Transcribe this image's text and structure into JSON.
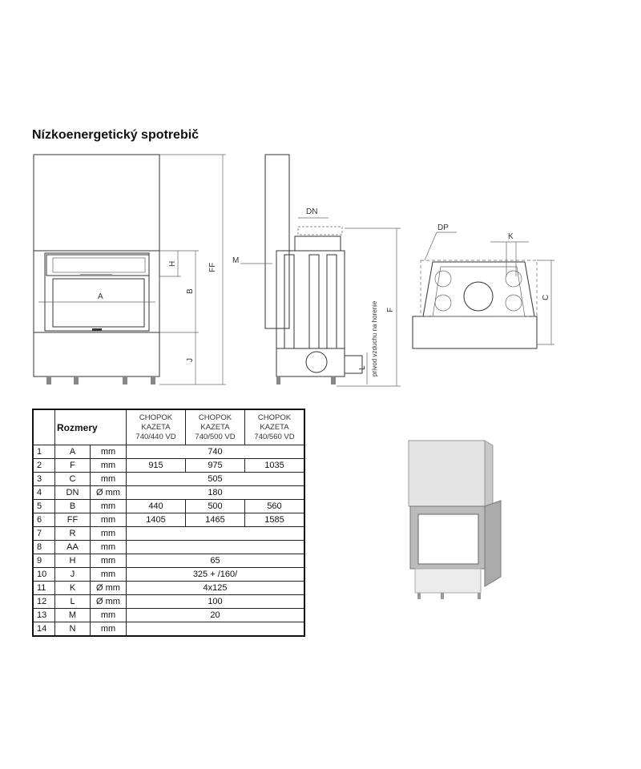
{
  "title": "Nízkoenergetický spotrebič",
  "diagram_labels": {
    "A": "A",
    "B": "B",
    "H": "H",
    "FF": "FF",
    "J": "J",
    "M": "M",
    "DN": "DN",
    "F": "F",
    "L": "L",
    "air_inlet": "prívod vzduchu na horenie",
    "DP": "DP",
    "K": "K",
    "C": "C"
  },
  "table": {
    "header": {
      "label": "Rozmery",
      "models": [
        [
          "CHOPOK",
          "KAZETA",
          "740/440 VD"
        ],
        [
          "CHOPOK",
          "KAZETA",
          "740/500 VD"
        ],
        [
          "CHOPOK",
          "KAZETA",
          "740/560 VD"
        ]
      ]
    },
    "rows": [
      {
        "n": "1",
        "k": "A",
        "u": "mm",
        "v": [
          "740"
        ]
      },
      {
        "n": "2",
        "k": "F",
        "u": "mm",
        "v": [
          "915",
          "975",
          "1035"
        ]
      },
      {
        "n": "3",
        "k": "C",
        "u": "mm",
        "v": [
          "505"
        ]
      },
      {
        "n": "4",
        "k": "DN",
        "u": "Ø mm",
        "v": [
          "180"
        ]
      },
      {
        "n": "5",
        "k": "B",
        "u": "mm",
        "v": [
          "440",
          "500",
          "560"
        ]
      },
      {
        "n": "6",
        "k": "FF",
        "u": "mm",
        "v": [
          "1405",
          "1465",
          "1585"
        ]
      },
      {
        "n": "7",
        "k": "R",
        "u": "mm",
        "v": [
          ""
        ]
      },
      {
        "n": "8",
        "k": "AA",
        "u": "mm",
        "v": [
          ""
        ]
      },
      {
        "n": "9",
        "k": "H",
        "u": "mm",
        "v": [
          "65"
        ]
      },
      {
        "n": "10",
        "k": "J",
        "u": "mm",
        "v": [
          "325 + /160/"
        ]
      },
      {
        "n": "11",
        "k": "K",
        "u": "Ø mm",
        "v": [
          "4x125"
        ]
      },
      {
        "n": "12",
        "k": "L",
        "u": "Ø mm",
        "v": [
          "100"
        ]
      },
      {
        "n": "13",
        "k": "M",
        "u": "mm",
        "v": [
          "20"
        ]
      },
      {
        "n": "14",
        "k": "N",
        "u": "mm",
        "v": [
          ""
        ]
      }
    ]
  }
}
